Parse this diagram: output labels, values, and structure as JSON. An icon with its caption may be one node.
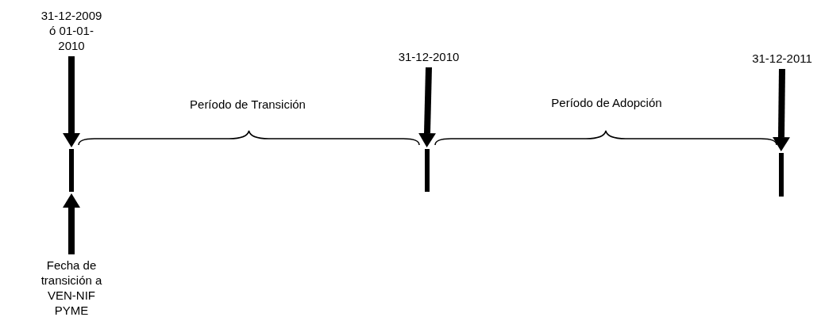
{
  "diagram": {
    "nodes": [
      {
        "text": [
          "31-12-2009 ó 01-01-2010"
        ]
      },
      {
        "text": [],
        "shape": "bar"
      },
      {
        "text": [
          "31-12-2010"
        ]
      },
      {
        "text": [],
        "shape": "bar"
      },
      {
        "text": [
          "31-12-2011"
        ]
      },
      {
        "text": [],
        "shape": "bar"
      },
      {
        "text": [
          "Fecha de transición a VEN-NIF PYME"
        ]
      }
    ],
    "edges": [
      {
        "from": 0,
        "to": 1,
        "arrow": "to"
      },
      {
        "from": 6,
        "to": 1,
        "arrow": "to"
      },
      {
        "from": 2,
        "to": 3,
        "arrow": "to"
      },
      {
        "from": 4,
        "to": 5,
        "arrow": "to"
      }
    ],
    "labels": [
      "Período de Transición",
      "Período de Adopción"
    ]
  }
}
